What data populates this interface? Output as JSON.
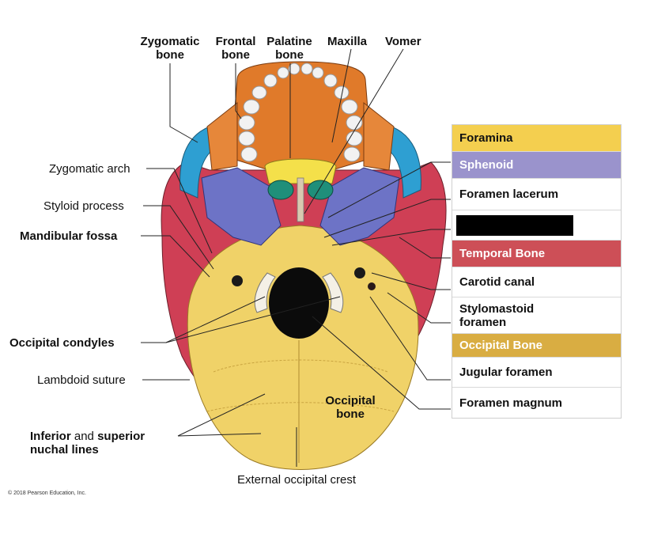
{
  "labels": {
    "zygomatic_bone": "Zygomatic bone",
    "frontal_bone": "Frontal bone",
    "palatine_bone": "Palatine bone",
    "maxilla": "Maxilla",
    "vomer": "Vomer",
    "zygomatic_arch": "Zygomatic arch",
    "styloid_process": "Styloid process",
    "mandibular_fossa": "Mandibular fossa",
    "occipital_condyles": "Occipital condyles",
    "lambdoid_suture": "Lambdoid suture",
    "nuchal_inferior": "Inferior",
    "nuchal_and": " and ",
    "nuchal_superior": "superior",
    "nuchal_lines": "nuchal lines",
    "occipital_bone_on_skull": "Occipital bone",
    "external_occipital_crest": "External occipital crest",
    "copyright": "© 2018 Pearson Education, Inc."
  },
  "legend": {
    "rows": [
      {
        "text": "Foramina",
        "bg": "#f4cf4f",
        "color": "#111111"
      },
      {
        "text": "Sphenoid",
        "bg": "#9a93cc",
        "color": "#ffffff"
      },
      {
        "text": "Foramen lacerum",
        "bg": "#ffffff",
        "color": "#111111"
      },
      {
        "text": "",
        "bg": "#ffffff",
        "color": "#111111",
        "redacted": true
      },
      {
        "text": "Temporal Bone",
        "bg": "#cd4f57",
        "color": "#ffffff"
      },
      {
        "text": "Carotid canal",
        "bg": "#ffffff",
        "color": "#111111"
      },
      {
        "text": "Stylomastoid foramen",
        "bg": "#ffffff",
        "color": "#111111"
      },
      {
        "text": "Occipital Bone",
        "bg": "#d9ad42",
        "color": "#ffffff"
      },
      {
        "text": "Jugular foramen",
        "bg": "#ffffff",
        "color": "#111111"
      },
      {
        "text": "Foramen magnum",
        "bg": "#ffffff",
        "color": "#111111"
      }
    ]
  },
  "colors": {
    "occipital": "#f0d268",
    "temporal": "#cf3f55",
    "sphenoid": "#6d73c6",
    "maxilla": "#e07a2a",
    "palatine": "#f4e04a",
    "zygomatic": "#2e9fd2",
    "vomer_nasal": "#1f8f7a",
    "teeth": "#f2f2f2"
  }
}
